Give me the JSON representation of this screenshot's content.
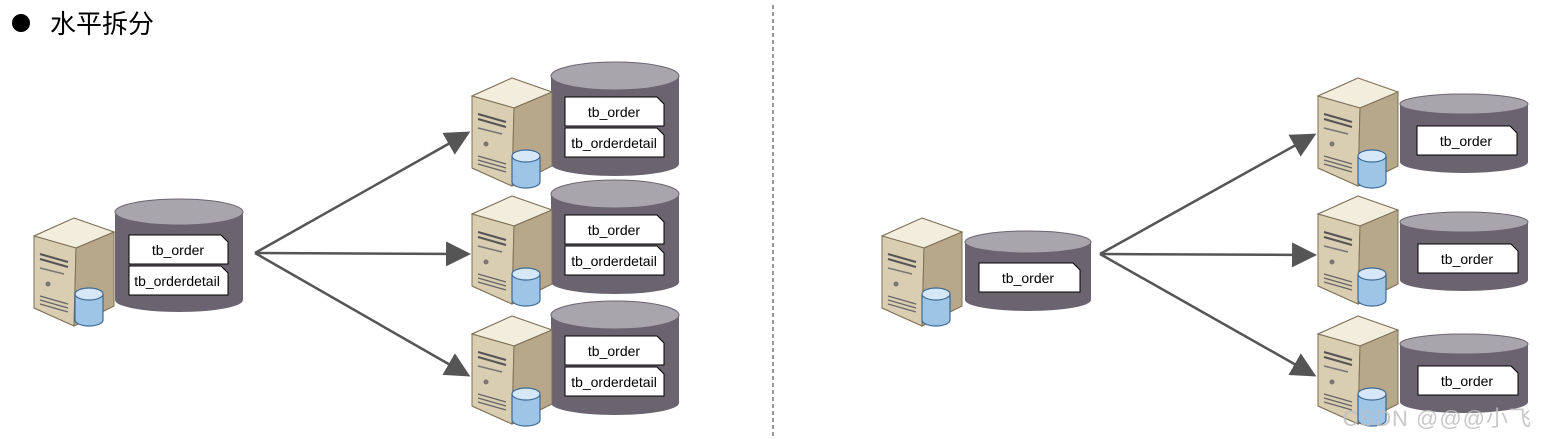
{
  "heading": {
    "text": "水平拆分"
  },
  "tables": {
    "order": "tb_order",
    "orderdetail": "tb_orderdetail"
  },
  "watermark": "CSDN @@@小飞",
  "colors": {
    "cylinder_body": "#6b6470",
    "cylinder_top": "#a9a5ac",
    "server_front": "#d9cdb2",
    "server_side": "#b7a88a",
    "server_top": "#ede5d1",
    "arrow": "#555555",
    "divider": "#333333"
  },
  "icons": [
    "server-icon",
    "database-mini-icon",
    "cylinder-icon",
    "arrow-icon"
  ]
}
